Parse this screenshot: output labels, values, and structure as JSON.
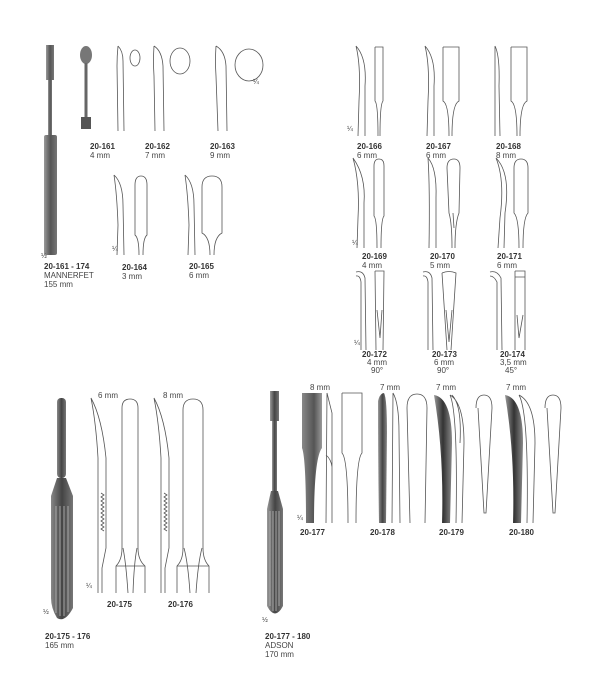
{
  "groups": [
    {
      "id": "mannerfelt",
      "range": "20-161 - 174",
      "name": "MANNERFET",
      "length": "155 mm",
      "handle_scale": "½",
      "items": [
        {
          "code": "20-161",
          "size": "4 mm"
        },
        {
          "code": "20-162",
          "size": "7 mm"
        },
        {
          "code": "20-163",
          "size": "9 mm",
          "scale": "¼"
        },
        {
          "code": "20-164",
          "size": "3 mm",
          "scale": "¼"
        },
        {
          "code": "20-165",
          "size": "6 mm"
        },
        {
          "code": "20-166",
          "size": "6 mm",
          "scale": "¼"
        },
        {
          "code": "20-167",
          "size": "6 mm"
        },
        {
          "code": "20-168",
          "size": "8 mm"
        },
        {
          "code": "20-169",
          "size": "4 mm",
          "scale": "¼"
        },
        {
          "code": "20-170",
          "size": "5 mm"
        },
        {
          "code": "20-171",
          "size": "6 mm"
        },
        {
          "code": "20-172",
          "size": "4 mm",
          "angle": "90°",
          "scale": "¼"
        },
        {
          "code": "20-173",
          "size": "6 mm",
          "angle": "90°"
        },
        {
          "code": "20-174",
          "size": "3,5 mm",
          "angle": "45°"
        }
      ]
    },
    {
      "id": "raspatory",
      "range": "20-175 - 176",
      "length": "165 mm",
      "handle_scale": "½",
      "items": [
        {
          "code": "20-175",
          "size": "6 mm",
          "scale": "¼"
        },
        {
          "code": "20-176",
          "size": "8 mm"
        }
      ]
    },
    {
      "id": "adson",
      "range": "20-177 - 180",
      "name": "ADSON",
      "length": "170 mm",
      "handle_scale": "½",
      "items": [
        {
          "code": "20-177",
          "size": "8 mm",
          "scale": "¼"
        },
        {
          "code": "20-178",
          "size": "7 mm"
        },
        {
          "code": "20-179",
          "size": "7 mm"
        },
        {
          "code": "20-180",
          "size": "7 mm"
        }
      ]
    }
  ]
}
